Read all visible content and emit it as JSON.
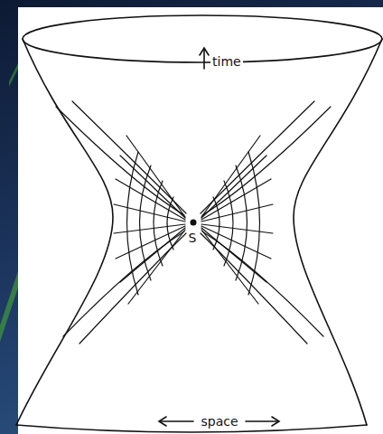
{
  "diagram": {
    "labels": [
      "time",
      "S",
      "space"
    ]
  }
}
